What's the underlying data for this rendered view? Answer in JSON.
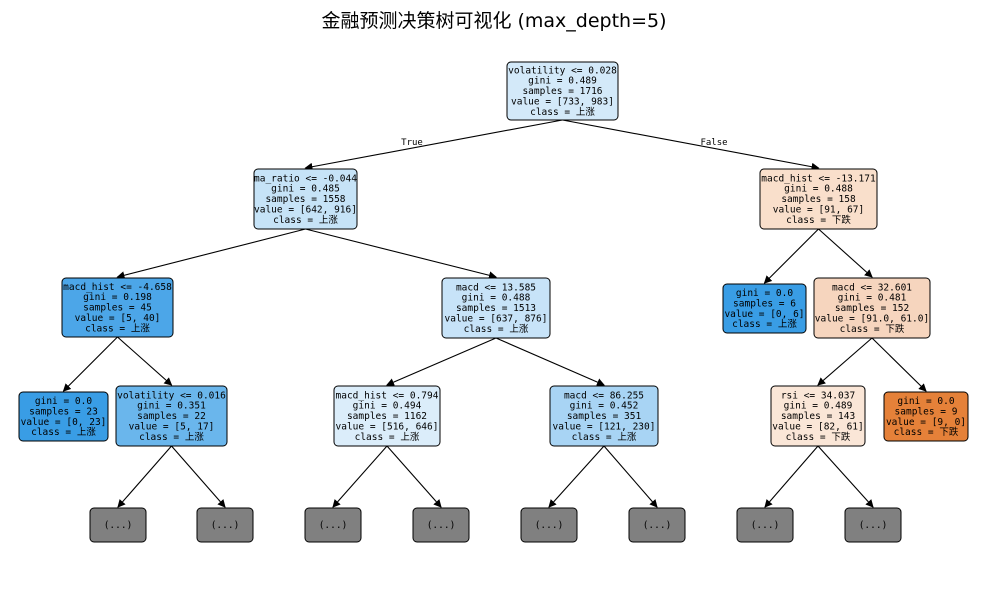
{
  "title": "金融预测决策树可视化 (max_depth=5)",
  "edge_labels": {
    "true": "True",
    "false": "False"
  },
  "nodes": [
    {
      "id": "n0",
      "fill": "#d3e9f9",
      "lines": [
        "volatility <= 0.028",
        "gini = 0.489",
        "samples = 1716",
        "value = [733, 983]",
        "class = 上涨"
      ]
    },
    {
      "id": "n1",
      "fill": "#c6e3f7",
      "lines": [
        "ma_ratio <= -0.044",
        "gini = 0.485",
        "samples = 1558",
        "value = [642, 916]",
        "class = 上涨"
      ]
    },
    {
      "id": "n2",
      "fill": "#f9dfcb",
      "lines": [
        "macd_hist <= -13.171",
        "gini = 0.488",
        "samples = 158",
        "value = [91, 67]",
        "class = 下跌"
      ]
    },
    {
      "id": "n3",
      "fill": "#4ca6e8",
      "lines": [
        "macd_hist <= -4.658",
        "gini = 0.198",
        "samples = 45",
        "value = [5, 40]",
        "class = 上涨"
      ]
    },
    {
      "id": "n4",
      "fill": "#c7e3f8",
      "lines": [
        "macd <= 13.585",
        "gini = 0.488",
        "samples = 1513",
        "value = [637, 876]",
        "class = 上涨"
      ]
    },
    {
      "id": "n5",
      "fill": "#399de5",
      "lines": [
        "gini = 0.0",
        "samples = 6",
        "value = [0, 6]",
        "class = 上涨"
      ]
    },
    {
      "id": "n6",
      "fill": "#f6d5be",
      "lines": [
        "macd <= 32.601",
        "gini = 0.481",
        "samples = 152",
        "value = [91.0, 61.0]",
        "class = 下跌"
      ]
    },
    {
      "id": "n7",
      "fill": "#399de5",
      "lines": [
        "gini = 0.0",
        "samples = 23",
        "value = [0, 23]",
        "class = 上涨"
      ]
    },
    {
      "id": "n8",
      "fill": "#6ab6ec",
      "lines": [
        "volatility <= 0.016",
        "gini = 0.351",
        "samples = 22",
        "value = [5, 17]",
        "class = 上涨"
      ]
    },
    {
      "id": "n9",
      "fill": "#dbedfa",
      "lines": [
        "macd_hist <= 0.794",
        "gini = 0.494",
        "samples = 1162",
        "value = [516, 646]",
        "class = 上涨"
      ]
    },
    {
      "id": "n10",
      "fill": "#a8d4f4",
      "lines": [
        "macd <= 86.255",
        "gini = 0.452",
        "samples = 351",
        "value = [121, 230]",
        "class = 上涨"
      ]
    },
    {
      "id": "n11",
      "fill": "#fae6d7",
      "lines": [
        "rsi <= 34.037",
        "gini = 0.489",
        "samples = 143",
        "value = [82, 61]",
        "class = 下跌"
      ]
    },
    {
      "id": "n12",
      "fill": "#e58139",
      "lines": [
        "gini = 0.0",
        "samples = 9",
        "value = [9, 0]",
        "class = 下跌"
      ]
    },
    {
      "id": "t1",
      "fill": "#808080",
      "lines": [
        "(...)"
      ]
    },
    {
      "id": "t2",
      "fill": "#808080",
      "lines": [
        "(...)"
      ]
    },
    {
      "id": "t3",
      "fill": "#808080",
      "lines": [
        "(...)"
      ]
    },
    {
      "id": "t4",
      "fill": "#808080",
      "lines": [
        "(...)"
      ]
    },
    {
      "id": "t5",
      "fill": "#808080",
      "lines": [
        "(...)"
      ]
    },
    {
      "id": "t6",
      "fill": "#808080",
      "lines": [
        "(...)"
      ]
    },
    {
      "id": "t7",
      "fill": "#808080",
      "lines": [
        "(...)"
      ]
    },
    {
      "id": "t8",
      "fill": "#808080",
      "lines": [
        "(...)"
      ]
    }
  ],
  "edges": [
    {
      "from": "n0",
      "to": "n1",
      "label": "true"
    },
    {
      "from": "n0",
      "to": "n2",
      "label": "false"
    },
    {
      "from": "n1",
      "to": "n3"
    },
    {
      "from": "n1",
      "to": "n4"
    },
    {
      "from": "n2",
      "to": "n5"
    },
    {
      "from": "n2",
      "to": "n6"
    },
    {
      "from": "n3",
      "to": "n7"
    },
    {
      "from": "n3",
      "to": "n8"
    },
    {
      "from": "n4",
      "to": "n9"
    },
    {
      "from": "n4",
      "to": "n10"
    },
    {
      "from": "n6",
      "to": "n11"
    },
    {
      "from": "n6",
      "to": "n12"
    },
    {
      "from": "n8",
      "to": "t1"
    },
    {
      "from": "n8",
      "to": "t2"
    },
    {
      "from": "n9",
      "to": "t3"
    },
    {
      "from": "n9",
      "to": "t4"
    },
    {
      "from": "n10",
      "to": "t5"
    },
    {
      "from": "n10",
      "to": "t6"
    },
    {
      "from": "n11",
      "to": "t7"
    },
    {
      "from": "n11",
      "to": "t8"
    }
  ]
}
